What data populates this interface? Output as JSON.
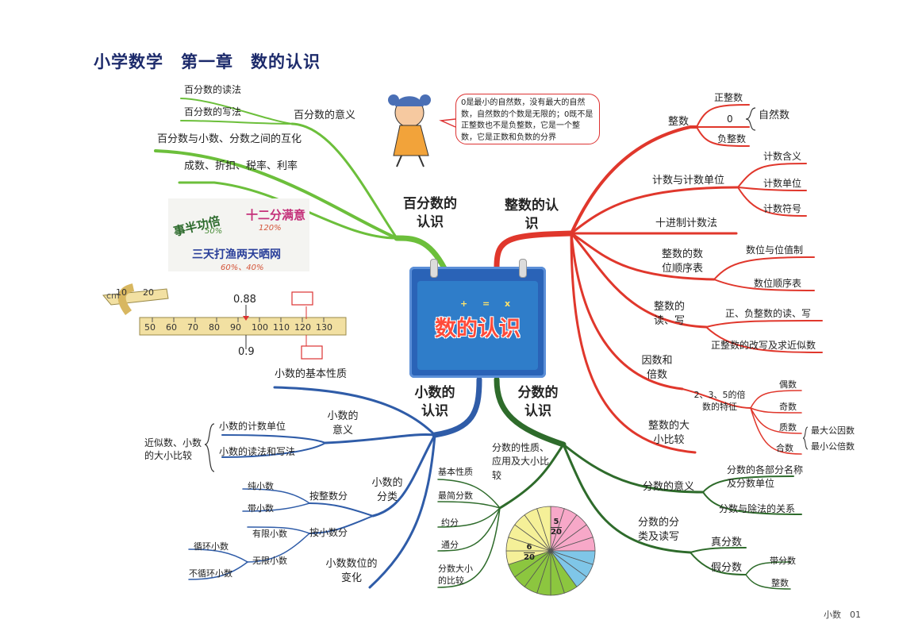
{
  "page": {
    "title": "小学数学　第一章　数的认识",
    "footer": "小数　01"
  },
  "center": {
    "title": "数的认识",
    "symbols": [
      "+",
      "=",
      "x"
    ]
  },
  "bubble": {
    "text": "0是最小的自然数，没有最大的自然数，自然数的个数是无限的；0既不是正整数也不是负整数，它是一个整数，它是正数和负数的分界"
  },
  "percent_branch": {
    "label": "百分数的认识",
    "meaning": "百分数的意义",
    "reading": "百分数的读法",
    "writing": "百分数的写法",
    "interconvert": "百分数与小数、分数之间的互化",
    "applications": "成数、折扣、税率、利率"
  },
  "idioms": {
    "a": "事半功倍",
    "a_pct": "50%",
    "b": "十二分满意",
    "b_pct": "120%",
    "c": "三天打渔两天晒网",
    "c_pct": "60%、40%"
  },
  "ruler": {
    "ticks": [
      "10",
      "20",
      "50",
      "60",
      "70",
      "80",
      "90",
      "100",
      "110",
      "120",
      "130"
    ],
    "unit": "cm",
    "marker_top": "0.88",
    "marker_bottom": "0.9"
  },
  "integer_branch": {
    "label": "整数的认识",
    "integer": "整数",
    "positive": "正整数",
    "zero": "0",
    "negative": "负整数",
    "natural": "自然数",
    "counting_units": "计数与计数单位",
    "count_meaning": "计数含义",
    "count_unit": "计数单位",
    "count_symbol": "计数符号",
    "decimal_system": "十进制计数法",
    "place_table": "整数的数位顺序表",
    "place_value": "数位与位值制",
    "place_order": "数位顺序表",
    "read_write": "整数的读、写",
    "read_write_pos_neg": "正、负整数的读、写",
    "rewrite_approx": "正整数的改写及求近似数",
    "factor_multiple": "因数和倍数",
    "feature_235": "2、3、5的倍数的特征",
    "even": "偶数",
    "odd": "奇数",
    "prime": "质数",
    "composite": "合数",
    "gcd": "最大公因数",
    "lcm": "最小公倍数",
    "compare": "整数的大小比较"
  },
  "decimal_branch": {
    "label": "小数的认识",
    "basic_property": "小数的基本性质",
    "meaning": "小数的意义",
    "count_unit": "小数的计数单位",
    "read_write": "小数的读法和写法",
    "approx_compare": "近似数、小数的大小比较",
    "classify": "小数的分类",
    "by_integer": "按整数分",
    "pure": "纯小数",
    "mixed": "带小数",
    "by_decimal": "按小数分",
    "finite": "有限小数",
    "infinite": "无限小数",
    "repeating": "循环小数",
    "non_repeating": "不循环小数",
    "point_move": "小数数位的变化"
  },
  "fraction_branch": {
    "label": "分数的认识",
    "property_group": "分数的性质、应用及大小比较",
    "basic_property": "基本性质",
    "simplest": "最简分数",
    "reduce": "约分",
    "common_denom": "通分",
    "compare": "分数大小的比较",
    "meaning": "分数的意义",
    "parts": "分数的各部分名称及分数单位",
    "division": "分数与除法的关系",
    "classify": "分数的分类及读写",
    "proper": "真分数",
    "improper": "假分数",
    "mixed_number": "带分数",
    "whole": "整数",
    "pie_frac_a_num": "5",
    "pie_frac_a_den": "20",
    "pie_frac_b_num": "6",
    "pie_frac_b_den": "20"
  },
  "colors": {
    "green": "#6cbf3b",
    "red": "#e0372c",
    "blue": "#2f5ca8",
    "darkgreen": "#2e6b2b",
    "title_blue": "#1c2a6b"
  }
}
